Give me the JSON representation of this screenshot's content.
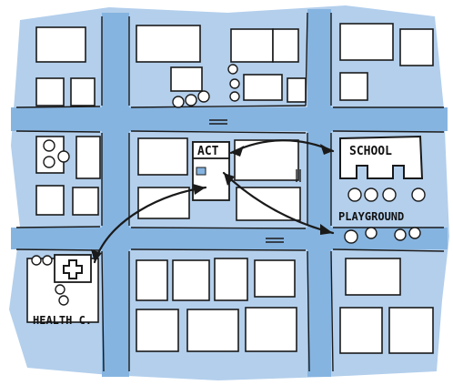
{
  "labels": {
    "act": "ACT",
    "school": "SCHOOL",
    "playground": "PLAYGROUND",
    "health": "HEALTH C."
  },
  "colors": {
    "wash": "#a9c9ea",
    "street": "#7fb0de",
    "ink": "#1a1a1a",
    "paper": "#ffffff"
  },
  "icons": {
    "health": "medical-cross-icon"
  }
}
